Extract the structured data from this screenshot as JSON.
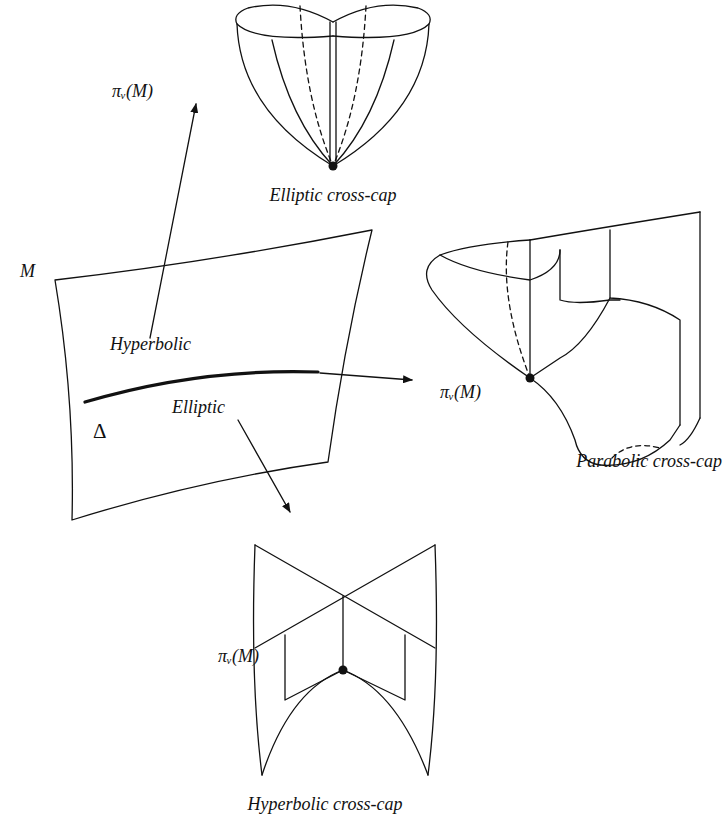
{
  "diagram": {
    "labels": [
      "M",
      "Hyperbolic",
      "Elliptic",
      "Δ",
      "πᵥ(M)",
      "Elliptic cross-cap",
      "πᵥ(M)",
      "Parabolic cross-cap",
      "πᵥ(M)",
      "Hyperbolic cross-cap"
    ]
  }
}
